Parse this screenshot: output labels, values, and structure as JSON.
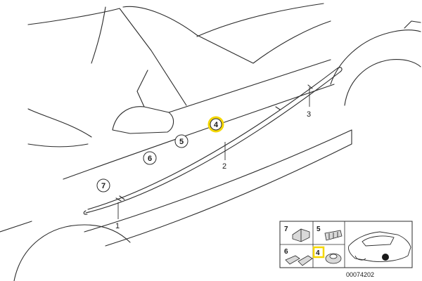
{
  "callouts": {
    "c1": "1",
    "c2": "2",
    "c3": "3",
    "c4": "4",
    "c5": "5",
    "c6": "6",
    "c7": "7"
  },
  "inset": {
    "i7": "7",
    "i5": "5",
    "i6": "6",
    "i4": "4",
    "code": "00074202"
  },
  "colors": {
    "highlight": "#f5d700",
    "stroke": "#2b2b2b"
  }
}
